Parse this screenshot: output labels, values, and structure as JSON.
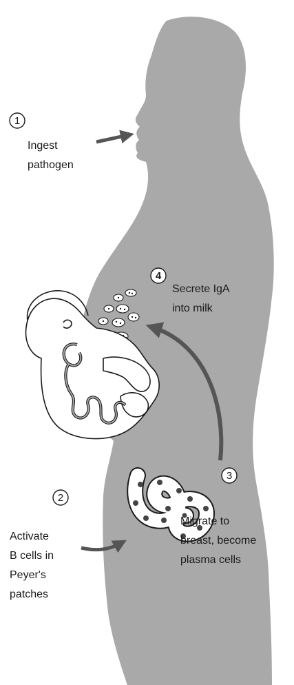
{
  "steps": [
    {
      "number": "1",
      "lines": [
        "Ingest",
        "pathogen"
      ]
    },
    {
      "number": "2",
      "lines": [
        "Activate",
        "B cells in",
        "Peyer's",
        "patches"
      ]
    },
    {
      "number": "3",
      "lines": [
        "Migrate to",
        "breast, become",
        "plasma cells"
      ]
    },
    {
      "number": "4",
      "lines": [
        "Secrete IgA",
        "into milk"
      ]
    }
  ],
  "colors": {
    "body_fill": "#a9a9a9",
    "arrow": "#555555",
    "outline": "#1a1a1a",
    "plasma_cell": "#444444"
  }
}
